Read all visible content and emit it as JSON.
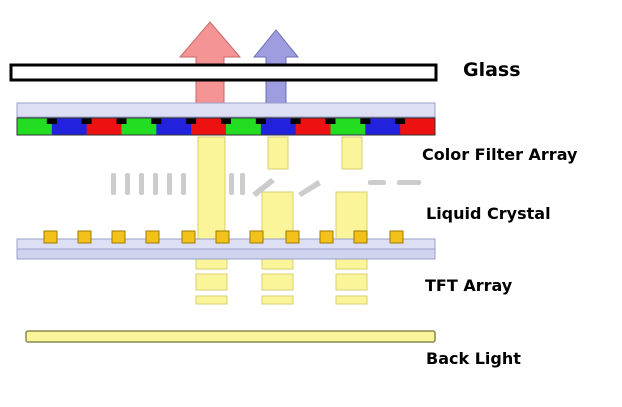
{
  "labels": {
    "glass": "Glass",
    "color_filter_array": "Color Filter Array",
    "liquid_crystal": "Liquid Crystal",
    "tft_array": "TFT Array",
    "back_light": "Back Light"
  },
  "colors": {
    "glass_border": "#000000",
    "substrate_fill": "#dde0f5",
    "substrate_stroke": "#9aa0c8",
    "filter_red": "#ee1111",
    "filter_green": "#22dd22",
    "filter_blue": "#2222dd",
    "black_matrix": "#000000",
    "light_beam": "#fbf59a",
    "light_beam_stroke": "#d8cf70",
    "tft_pad": "#f2c21a",
    "tft_pad_stroke": "#a07a00",
    "red_arrow": "#f49494",
    "blue_arrow": "#9d9de0",
    "lc_molecule": "#cccccc"
  },
  "color_filter_sequence": [
    "green",
    "blue",
    "red",
    "green",
    "blue",
    "red",
    "green",
    "blue",
    "red",
    "green",
    "blue",
    "red"
  ],
  "emitted_light": [
    "red",
    "blue"
  ]
}
